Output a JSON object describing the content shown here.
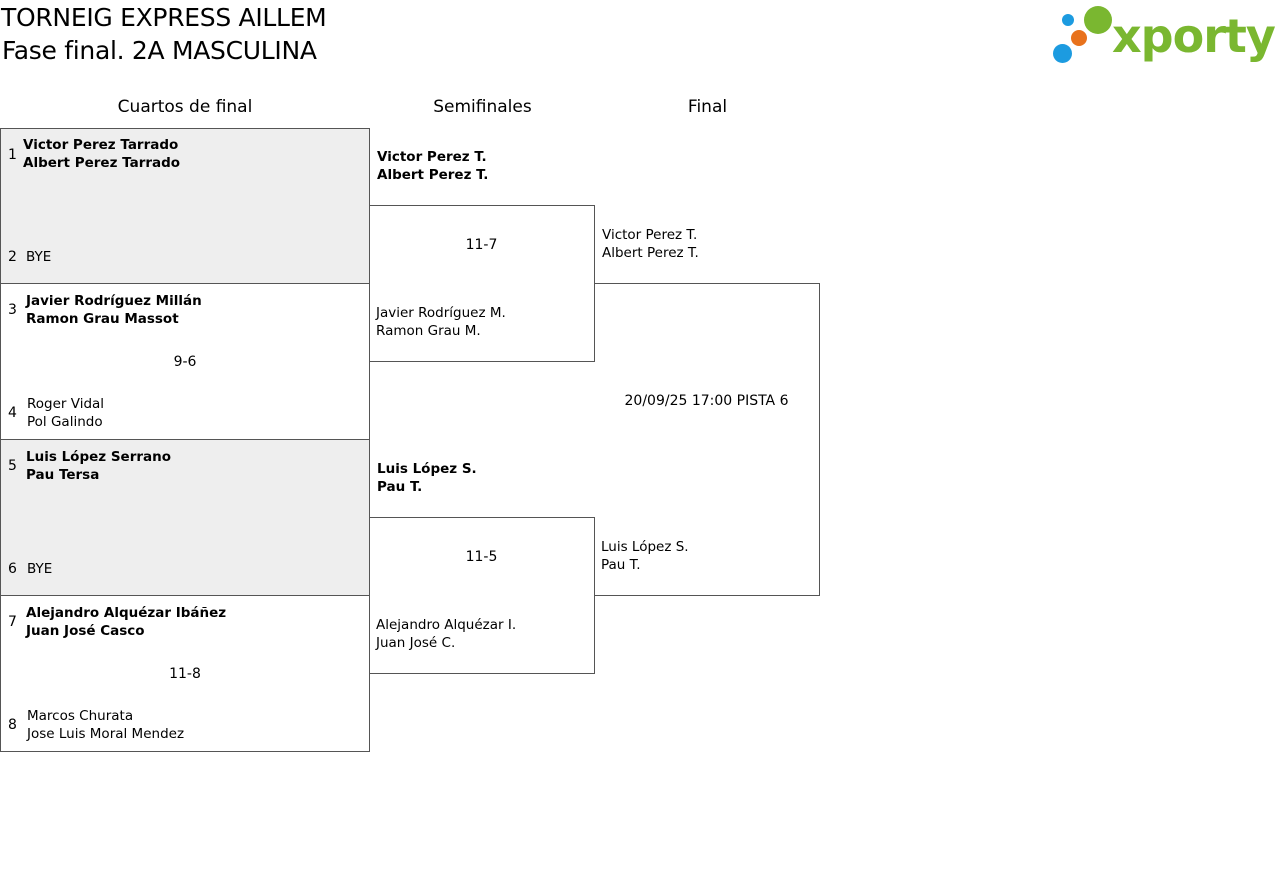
{
  "header": {
    "title": "TORNEIG EXPRESS AILLEM",
    "subtitle": "Fase final. 2A MASCULINA",
    "logo_text": "xporty"
  },
  "colors": {
    "logo_green": "#7ab730",
    "logo_blue": "#1c9be0",
    "logo_orange": "#e8721c",
    "bye_shade": "#eeeeee"
  },
  "rounds": {
    "quarters": "Cuartos de final",
    "semis": "Semifinales",
    "final": "Final"
  },
  "quarterfinals": [
    {
      "seed_top": "1",
      "top_p1": "Victor Perez Tarrado",
      "top_p2": "Albert Perez Tarrado",
      "seed_bottom": "2",
      "bottom_p1": "BYE",
      "bottom_p2": "",
      "score": ""
    },
    {
      "seed_top": "3",
      "top_p1": "Javier Rodríguez Millán",
      "top_p2": "Ramon Grau Massot",
      "seed_bottom": "4",
      "bottom_p1": "Roger Vidal",
      "bottom_p2": "Pol Galindo",
      "score": "9-6"
    },
    {
      "seed_top": "5",
      "top_p1": "Luis López Serrano",
      "top_p2": "Pau Tersa",
      "seed_bottom": "6",
      "bottom_p1": "BYE",
      "bottom_p2": "",
      "score": ""
    },
    {
      "seed_top": "7",
      "top_p1": "Alejandro Alquézar Ibáñez",
      "top_p2": "Juan José Casco",
      "seed_bottom": "8",
      "bottom_p1": "Marcos Churata",
      "bottom_p2": "Jose Luis Moral Mendez",
      "score": "11-8"
    }
  ],
  "semifinals": [
    {
      "top_p1": "Victor Perez T.",
      "top_p2": "Albert Perez T.",
      "bottom_p1": "Javier Rodríguez M.",
      "bottom_p2": "Ramon Grau M.",
      "score": "11-7"
    },
    {
      "top_p1": "Luis López S.",
      "top_p2": "Pau T.",
      "bottom_p1": "Alejandro Alquézar I.",
      "bottom_p2": "Juan José C.",
      "score": "11-5"
    }
  ],
  "final": {
    "top_p1": "Victor Perez T.",
    "top_p2": "Albert Perez T.",
    "bottom_p1": "Luis López S.",
    "bottom_p2": "Pau T.",
    "schedule": "20/09/25 17:00 PISTA 6"
  }
}
